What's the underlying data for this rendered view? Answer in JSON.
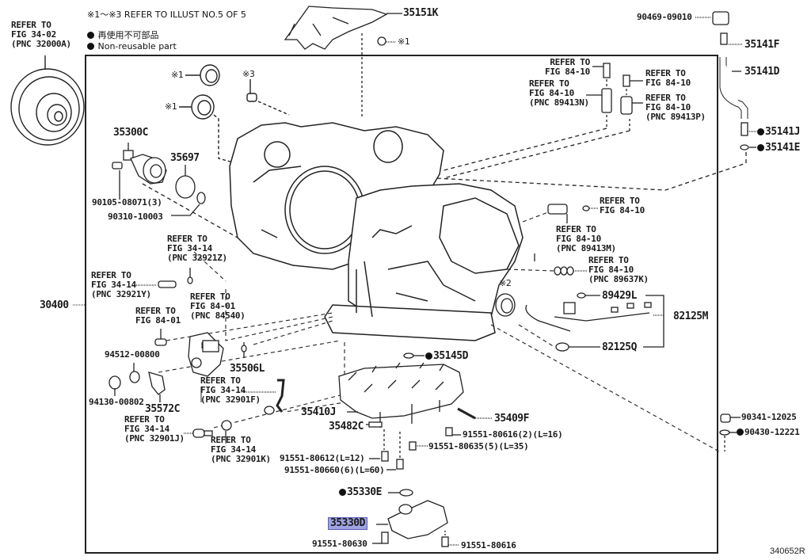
{
  "header": {
    "note_refer": "※1～※3 REFER TO ILLUST NO.5 OF 5",
    "legend_jp": "再使用不可部品",
    "legend_en": "Non-reusable part",
    "legend_icon": "filled-circle-icon"
  },
  "diagram_id": "340652R",
  "labels": {
    "torque_converter": "REFER TO\nFIG 34-02\n(PNC 32000A)",
    "p35151K": "35151K",
    "mark1_top": "※1",
    "mark1_a": "※1",
    "mark1_b": "※1",
    "mark3": "※3",
    "mark2": "※2",
    "p90469": "90469-09010",
    "p35141F": "35141F",
    "p35141D": "35141D",
    "p35141J": "35141J",
    "p35141E": "35141E",
    "ref_8410_bolt_a": "REFER TO\nFIG 84-10",
    "ref_89413N": "REFER TO\nFIG 84-10\n(PNC 89413N)",
    "ref_8410_bolt_b": "REFER TO\nFIG 84-10",
    "ref_89413P": "REFER TO\nFIG 84-10\n(PNC 89413P)",
    "p35300C": "35300C",
    "p35697": "35697",
    "p90105": "90105-08071(3)",
    "p90310": "90310-10003",
    "ref_32921Z": "REFER TO\nFIG 34-14\n(PNC 32921Z)",
    "ref_32921Y": "REFER TO\nFIG 34-14\n(PNC 32921Y)",
    "p30400": "30400",
    "ref_8401_bolt": "REFER TO\nFIG 84-01",
    "ref_84540": "REFER TO\nFIG 84-01\n(PNC 84540)",
    "p94512": "94512-00800",
    "p35506L": "35506L",
    "p94130": "94130-00802",
    "p35572C": "35572C",
    "ref_32901F": "REFER TO\nFIG 34-14\n(PNC 32901F)",
    "ref_32901J": "REFER TO\nFIG 34-14\n(PNC 32901J)",
    "ref_32901K": "REFER TO\nFIG 34-14\n(PNC 32901K)",
    "ref_8410_c": "REFER TO\nFIG 84-10",
    "ref_89413M": "REFER TO\nFIG 84-10\n(PNC 89413M)",
    "ref_89637K": "REFER TO\nFIG 84-10\n(PNC 89637K)",
    "p89429L": "89429L",
    "p82125M": "82125M",
    "p82125Q": "82125Q",
    "p35145D": "35145D",
    "p35410J": "35410J",
    "p35409F": "35409F",
    "p35482C": "35482C",
    "p91551_80616_2": "91551-80616(2)(L=16)",
    "p91551_80635": "91551-80635(5)(L=35)",
    "p91551_80612": "91551-80612(L=12)",
    "p91551_80660": "91551-80660(6)(L=60)",
    "p35330E": "35330E",
    "p35330D": "35330D",
    "p91551_80630": "91551-80630",
    "p91551_80616": "91551-80616",
    "p90341": "90341-12025",
    "p90430": "90430-12221"
  },
  "highlighted_part": "35330D",
  "colors": {
    "highlight": "#9fa3e0",
    "ink": "#1a1a1a"
  }
}
